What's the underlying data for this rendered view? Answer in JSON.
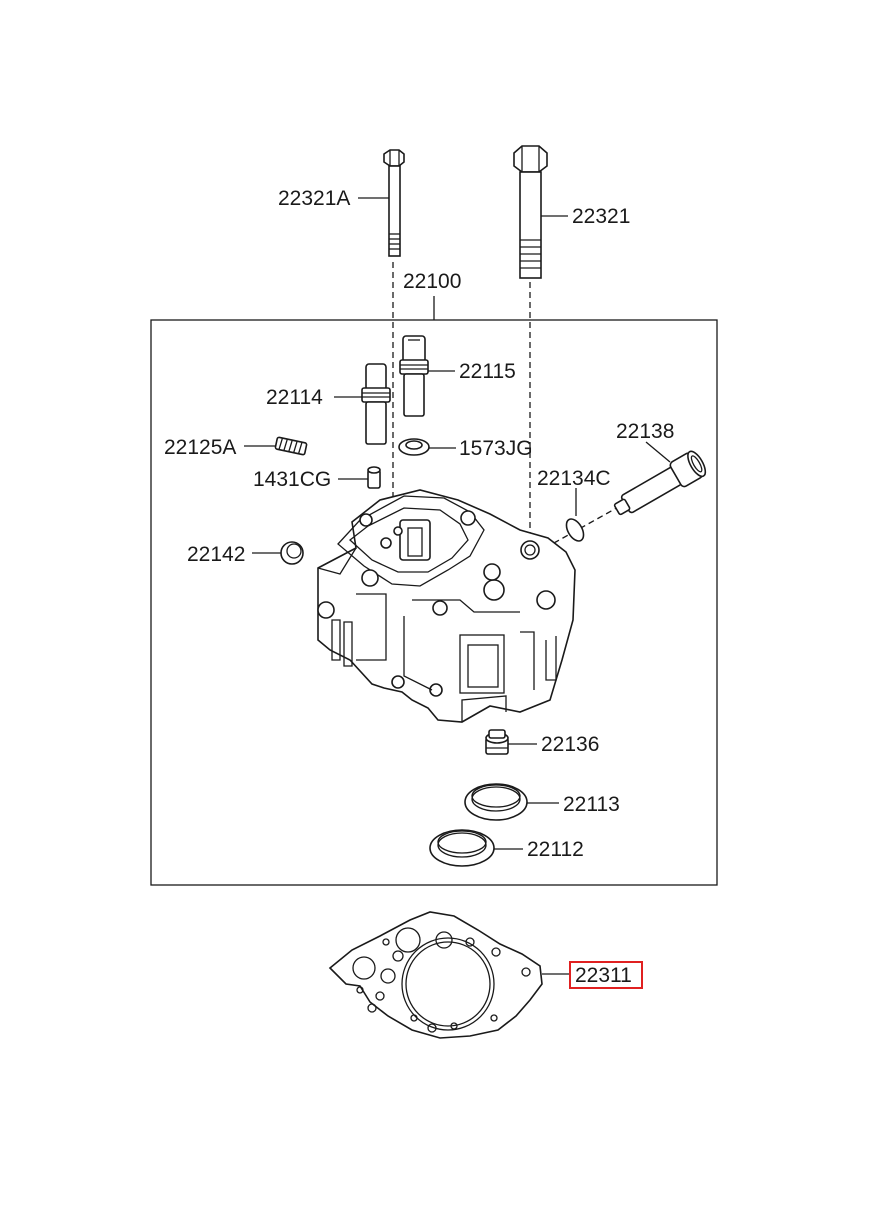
{
  "colors": {
    "highlight": "#e02020",
    "line": "#1a1a1a",
    "background": "#ffffff"
  },
  "labels": {
    "p22321A": "22321A",
    "p22321": "22321",
    "p22100": "22100",
    "p22115": "22115",
    "p22114": "22114",
    "p22125A": "22125A",
    "p1573JG": "1573JG",
    "p22138": "22138",
    "p1431CG": "1431CG",
    "p22134C": "22134C",
    "p22142": "22142",
    "p22136": "22136",
    "p22113": "22113",
    "p22112": "22112",
    "p22311": "22311"
  },
  "highlighted_part": "22311"
}
